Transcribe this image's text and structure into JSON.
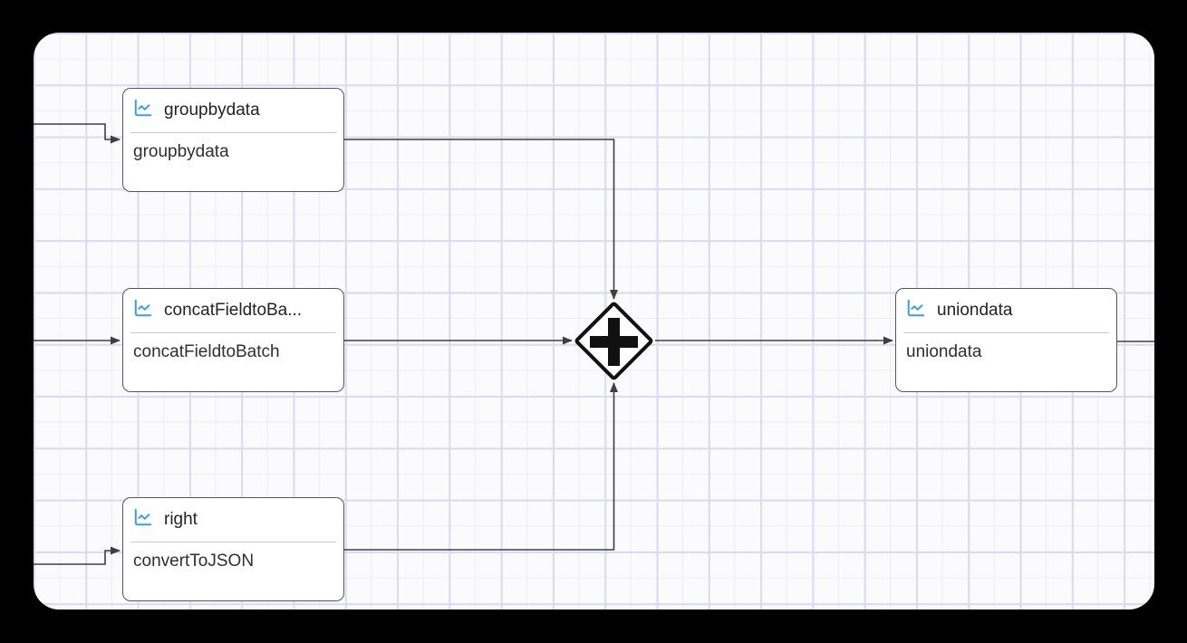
{
  "canvas": {
    "frame_color": "#000000",
    "background": "#fbfbfe",
    "grid_major_color": "#dadaf2",
    "grid_minor_color": "#ececf8"
  },
  "colors": {
    "node_border": "#54565b",
    "node_background": "#ffffff",
    "icon_blue": "#3b9fe3",
    "edge": "#3f3f3f",
    "gateway_black": "#111111"
  },
  "nodes": [
    {
      "id": "groupbydata",
      "title": "groupbydata",
      "subtitle": "groupbydata",
      "icon": "chart-line-icon"
    },
    {
      "id": "concatFieldtoBatch",
      "title": "concatFieldtoBa...",
      "subtitle": "concatFieldtoBatch",
      "icon": "chart-line-icon"
    },
    {
      "id": "convertToJSON",
      "title": "right",
      "subtitle": "convertToJSON",
      "icon": "chart-line-icon"
    },
    {
      "id": "uniondata",
      "title": "uniondata",
      "subtitle": "uniondata",
      "icon": "chart-line-icon"
    }
  ],
  "gateway": {
    "type": "parallel-gateway",
    "symbol": "plus"
  },
  "edges": [
    {
      "from": "canvas-left-edge",
      "to": "groupbydata"
    },
    {
      "from": "canvas-left-edge",
      "to": "concatFieldtoBatch"
    },
    {
      "from": "canvas-left-edge",
      "to": "convertToJSON"
    },
    {
      "from": "groupbydata",
      "to": "parallel-gateway"
    },
    {
      "from": "concatFieldtoBatch",
      "to": "parallel-gateway"
    },
    {
      "from": "convertToJSON",
      "to": "parallel-gateway"
    },
    {
      "from": "parallel-gateway",
      "to": "uniondata"
    },
    {
      "from": "uniondata",
      "to": "canvas-right-edge"
    }
  ]
}
